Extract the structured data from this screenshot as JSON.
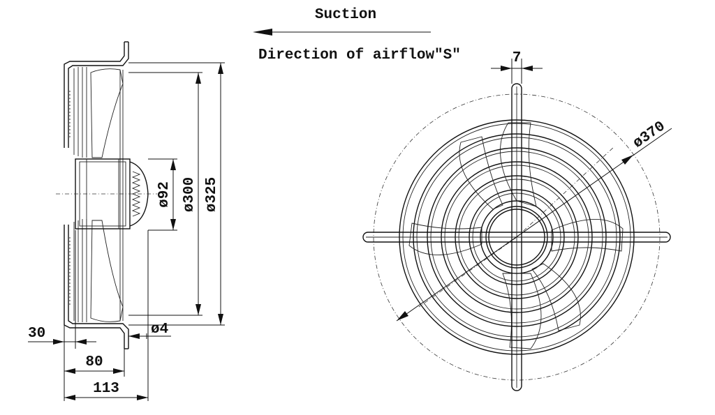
{
  "header": {
    "suction": "Suction",
    "direction": "Direction of airflow\"S\""
  },
  "dimensions": {
    "d92": "ø92",
    "d300": "ø300",
    "d325": "ø325",
    "d4": "ø4",
    "d370": "ø370",
    "w7": "7",
    "w30": "30",
    "w80": "80",
    "w113": "113"
  }
}
